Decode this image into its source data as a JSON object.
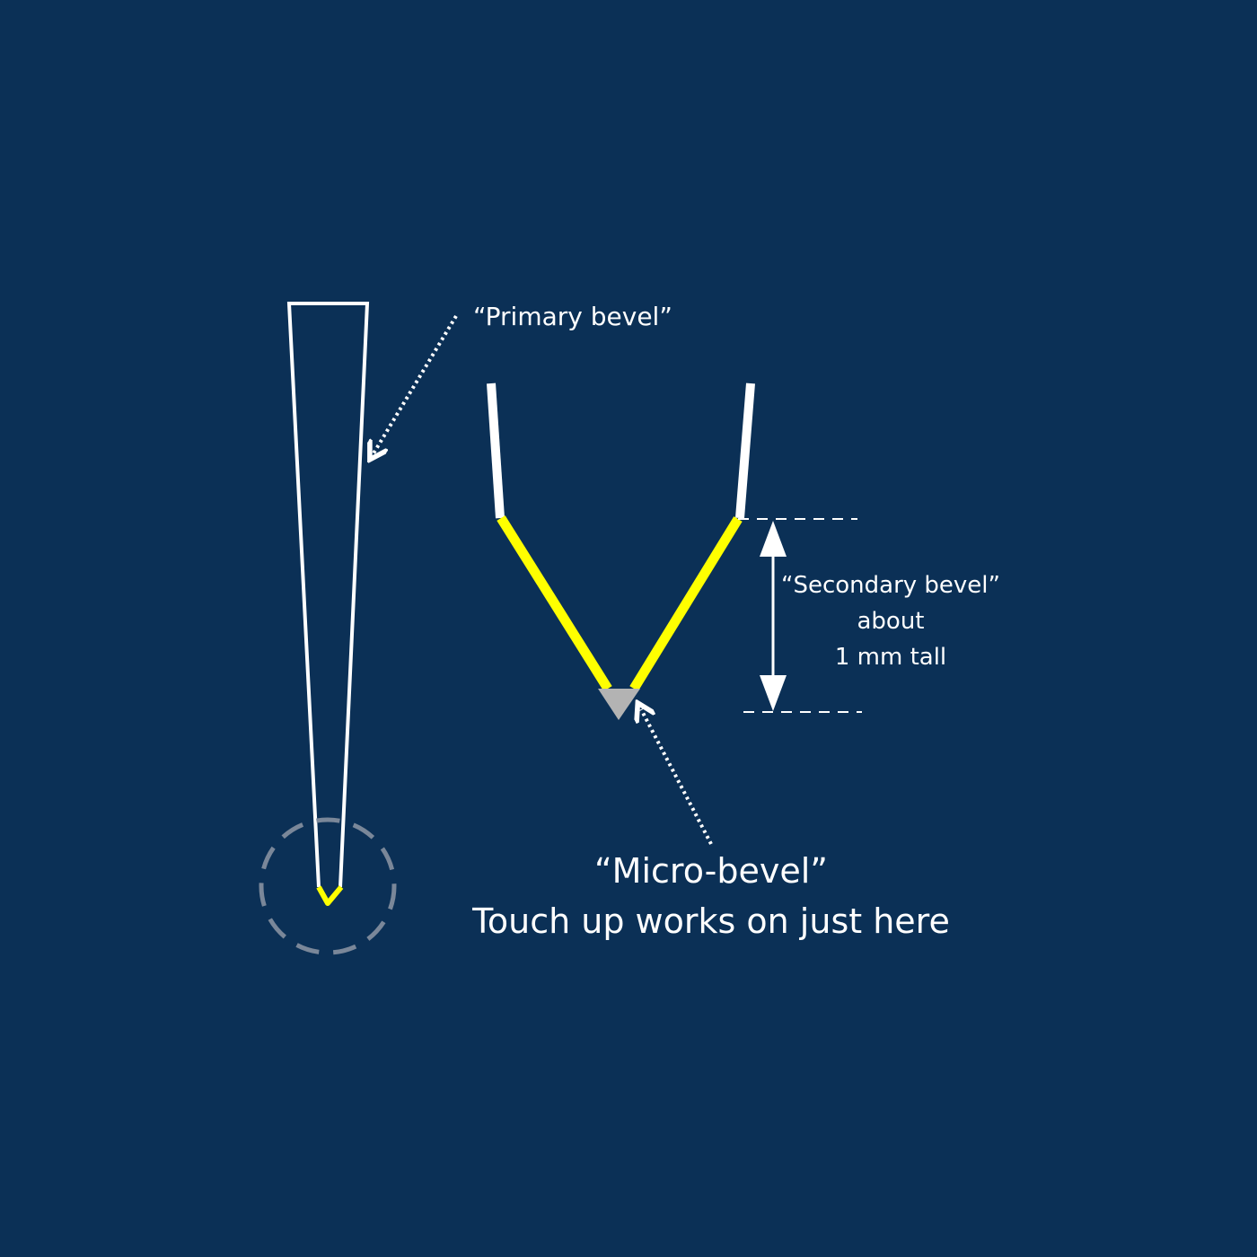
{
  "labels": {
    "primary_bevel": "“Primary bevel”",
    "secondary_bevel": [
      "“Secondary bevel”",
      "about",
      "1 mm tall"
    ],
    "micro_bevel": [
      "“Micro-bevel”",
      "Touch up works on just here"
    ]
  },
  "colors": {
    "background": "#0b3056",
    "outline": "#ffffff",
    "secondary_bevel": "#ffff00",
    "micro_bevel": "#b0b0b0",
    "highlight_circle": "#7a8799"
  }
}
